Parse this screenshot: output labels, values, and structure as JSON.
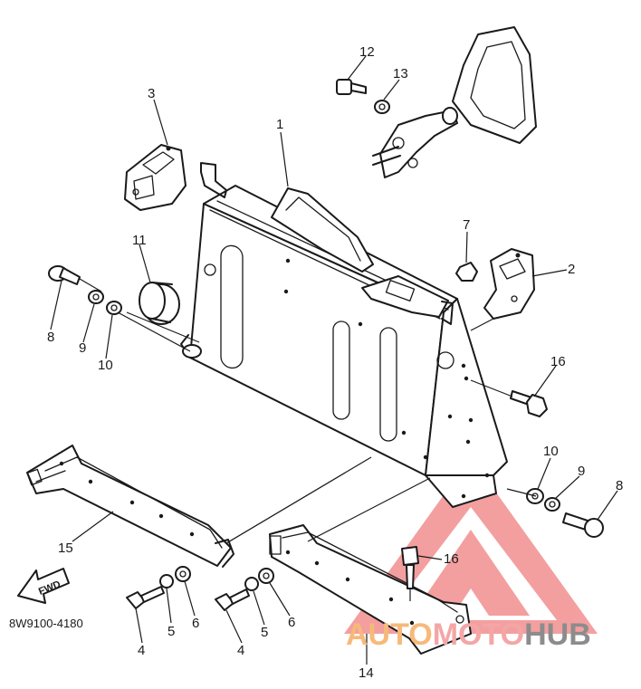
{
  "diagram": {
    "code": "8W9100-4180",
    "fwd_label": "FWD",
    "parts": [
      {
        "id": "1",
        "text": "1"
      },
      {
        "id": "2",
        "text": "2"
      },
      {
        "id": "3",
        "text": "3"
      },
      {
        "id": "4a",
        "text": "4"
      },
      {
        "id": "4b",
        "text": "4"
      },
      {
        "id": "5a",
        "text": "5"
      },
      {
        "id": "5b",
        "text": "5"
      },
      {
        "id": "6a",
        "text": "6"
      },
      {
        "id": "6b",
        "text": "6"
      },
      {
        "id": "7",
        "text": "7"
      },
      {
        "id": "8a",
        "text": "8"
      },
      {
        "id": "8b",
        "text": "8"
      },
      {
        "id": "9a",
        "text": "9"
      },
      {
        "id": "9b",
        "text": "9"
      },
      {
        "id": "10a",
        "text": "10"
      },
      {
        "id": "10b",
        "text": "10"
      },
      {
        "id": "11",
        "text": "11"
      },
      {
        "id": "12",
        "text": "12"
      },
      {
        "id": "13",
        "text": "13"
      },
      {
        "id": "14",
        "text": "14"
      },
      {
        "id": "15",
        "text": "15"
      },
      {
        "id": "16a",
        "text": "16"
      },
      {
        "id": "16b",
        "text": "16"
      }
    ]
  },
  "watermark": {
    "part1": "AUTO",
    "part2": "MOTO",
    "part3": "HUB",
    "colors": {
      "auto": "#f7b97a",
      "moto": "#f4a6a6",
      "hub": "#8c8c8c",
      "triangle": "#f08080"
    }
  }
}
